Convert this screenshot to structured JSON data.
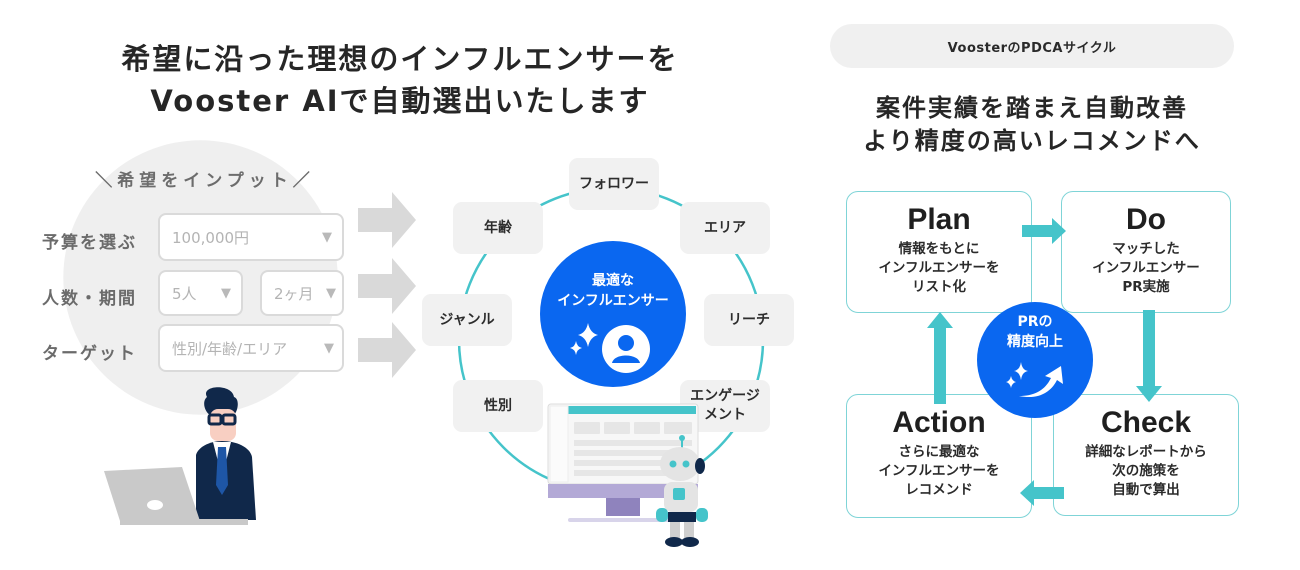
{
  "left": {
    "title_line1": "希望に沿った理想のインフルエンサーを",
    "title_line2": "Vooster AIで自動選出いたします",
    "input_heading": "＼希望をインプット／",
    "form": [
      {
        "label": "予算を選ぶ",
        "selects": [
          {
            "value": "100,000円",
            "caret": "▼"
          }
        ]
      },
      {
        "label": "人数・期間",
        "selects": [
          {
            "value": "5人",
            "caret": "▼"
          },
          {
            "value": "2ヶ月",
            "caret": "▼"
          }
        ]
      },
      {
        "label": "ターゲット",
        "selects": [
          {
            "value": "性別/年齢/エリア",
            "caret": "▼"
          }
        ]
      }
    ],
    "illustration": "person-at-laptop-icon"
  },
  "middle": {
    "factors": [
      {
        "label": "フォロワー"
      },
      {
        "label": "エリア"
      },
      {
        "label": "リーチ"
      },
      {
        "label": "エンゲージ\nメント"
      },
      {
        "label": "性別"
      },
      {
        "label": "ジャンル"
      },
      {
        "label": "年齢"
      }
    ],
    "center": {
      "line1": "最適な",
      "line2": "インフルエンサー",
      "icon": "user-sparkle-icon"
    },
    "illustration": "robot-with-dashboard-monitor"
  },
  "right": {
    "pill": "VoosterのPDCAサイクル",
    "title_line1": "案件実績を踏まえ自動改善",
    "title_line2": "より精度の高いレコメンドへ",
    "steps": {
      "plan": {
        "title": "Plan",
        "desc": "情報をもとに\nインフルエンサーを\nリスト化"
      },
      "do": {
        "title": "Do",
        "desc": "マッチした\nインフルエンサー\nPR実施"
      },
      "check": {
        "title": "Check",
        "desc": "詳細なレポートから\n次の施策を\n自動で算出"
      },
      "action": {
        "title": "Action",
        "desc": "さらに最適な\nインフルエンサーを\nレコメンド"
      }
    },
    "center": {
      "line1": "PRの",
      "line2": "精度向上",
      "icon": "sparkle-up-arrow-icon"
    }
  },
  "colors": {
    "brand_blue": "#0a67f0",
    "teal": "#45c4ca",
    "light_gray": "#f0f0f0"
  }
}
